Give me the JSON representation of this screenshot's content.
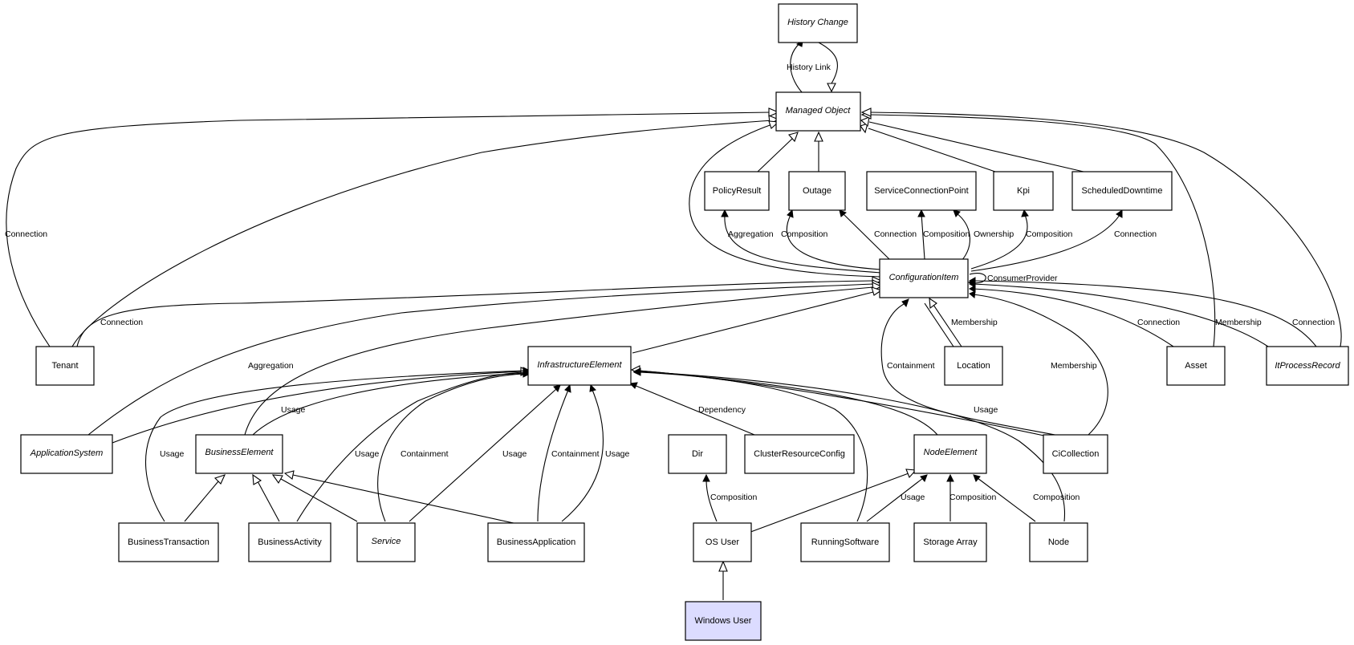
{
  "nodes": {
    "history_change": "History Change",
    "managed_object": "Managed Object",
    "policy_result": "PolicyResult",
    "outage": "Outage",
    "service_connection_point": "ServiceConnectionPoint",
    "kpi": "Kpi",
    "scheduled_downtime": "ScheduledDowntime",
    "configuration_item": "ConfigurationItem",
    "tenant": "Tenant",
    "infrastructure_element": "InfrastructureElement",
    "location": "Location",
    "asset": "Asset",
    "it_process_record": "ItProcessRecord",
    "application_system": "ApplicationSystem",
    "business_element": "BusinessElement",
    "dir": "Dir",
    "cluster_resource_config": "ClusterResourceConfig",
    "node_element": "NodeElement",
    "ci_collection": "CiCollection",
    "business_transaction": "BusinessTransaction",
    "business_activity": "BusinessActivity",
    "service": "Service",
    "business_application": "BusinessApplication",
    "os_user": "OS User",
    "running_software": "RunningSoftware",
    "storage_array": "Storage Array",
    "node": "Node",
    "windows_user": "Windows User"
  },
  "edge_labels": {
    "history_link": "History Link",
    "tenant_mo_connection": "Connection",
    "ci_policy_aggregation": "Aggregation",
    "ci_outage_composition": "Composition",
    "ci_outage_connection": "Connection",
    "ci_scp_composition": "Composition",
    "ci_scp_ownership": "Ownership",
    "ci_kpi_composition": "Composition",
    "ci_downtime_connection": "Connection",
    "consumer_provider": "ConsumerProvider",
    "tenant_ci_connection": "Connection",
    "location_membership": "Membership",
    "asset_connection": "Connection",
    "itprocess_membership": "Membership",
    "itprocess_connection": "Connection",
    "appsys_aggregation": "Aggregation",
    "containment_ci": "Containment",
    "cicollection_membership": "Membership",
    "cicollection_usage": "Usage",
    "dependency": "Dependency",
    "businesselement_usage": "Usage",
    "transaction_usage": "Usage",
    "activity_usage": "Usage",
    "service_containment": "Containment",
    "service_usage": "Usage",
    "bizapp_containment": "Containment",
    "bizapp_usage": "Usage",
    "osuser_dir_composition": "Composition",
    "runningsoftware_usage": "Usage",
    "storage_composition": "Composition",
    "node_composition": "Composition"
  },
  "colors": {
    "node_fill": "#ffffff",
    "highlight_fill": "#dcdcff",
    "stroke": "#000000"
  }
}
